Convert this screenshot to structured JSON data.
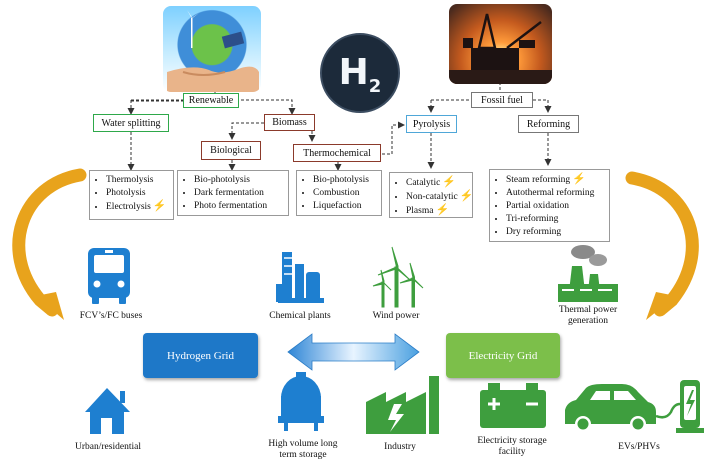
{
  "colors": {
    "hydrogen_grid": "#1e78c8",
    "electricity_grid": "#7cbf4a",
    "icon_blue": "#1e7fd0",
    "icon_green": "#3e9e3e",
    "arrow_gold": "#e8a31c",
    "box_green": "#2ea84a",
    "box_brown": "#8b3a2b",
    "box_blue": "#4fa7d8",
    "box_gray": "#777777",
    "lightning": "#f2b416"
  },
  "logo": {
    "text": "H",
    "subscript": "2"
  },
  "renewable": {
    "label": "Renewable",
    "water_splitting": {
      "label": "Water splitting",
      "items": [
        "Thermolysis",
        "Photolysis",
        "Electrolysis"
      ]
    },
    "biomass": {
      "label": "Biomass",
      "biological": {
        "label": "Biological",
        "items": [
          "Bio-photolysis",
          "Dark fermentation",
          "Photo fermentation"
        ]
      },
      "thermochemical": {
        "label": "Thermochemical",
        "items": [
          "Bio-photolysis",
          "Combustion",
          "Liquefaction"
        ]
      }
    }
  },
  "fossil": {
    "label": "Fossil fuel",
    "pyrolysis": {
      "label": "Pyrolysis",
      "items": [
        "Catalytic",
        "Non-catalytic",
        "Plasma"
      ]
    },
    "reforming": {
      "label": "Reforming",
      "items": [
        "Steam reforming",
        "Autothermal reforming",
        "Partial oxidation",
        "Tri-reforming",
        "Dry reforming"
      ]
    }
  },
  "grids": {
    "hydrogen": "Hydrogen Grid",
    "electricity": "Electricity Grid"
  },
  "applications": {
    "fcv_buses": "FCV’s/FC buses",
    "chemical_plants": "Chemical plants",
    "wind_power": "Wind power",
    "thermal_power": [
      "Thermal power",
      "generation"
    ],
    "urban": "Urban/residential",
    "storage": [
      "High volume long",
      "term storage"
    ],
    "industry": "Industry",
    "elec_storage": [
      "Electricity storage",
      "facility"
    ],
    "evs": "EVs/PHVs"
  },
  "icons": {
    "renewable_photo": "hand-earth-solar-wind-photo",
    "fossil_photo": "oil-rig-sunset-photo",
    "logo": "h2-logo",
    "bus": "bus-icon",
    "chemical": "chemical-plant-icon",
    "wind": "wind-turbine-icon",
    "thermal": "thermal-plant-icon",
    "house": "house-icon",
    "tank": "storage-tank-icon",
    "factory": "factory-icon",
    "battery": "battery-icon",
    "car": "electric-car-icon",
    "charger": "ev-charger-icon"
  }
}
